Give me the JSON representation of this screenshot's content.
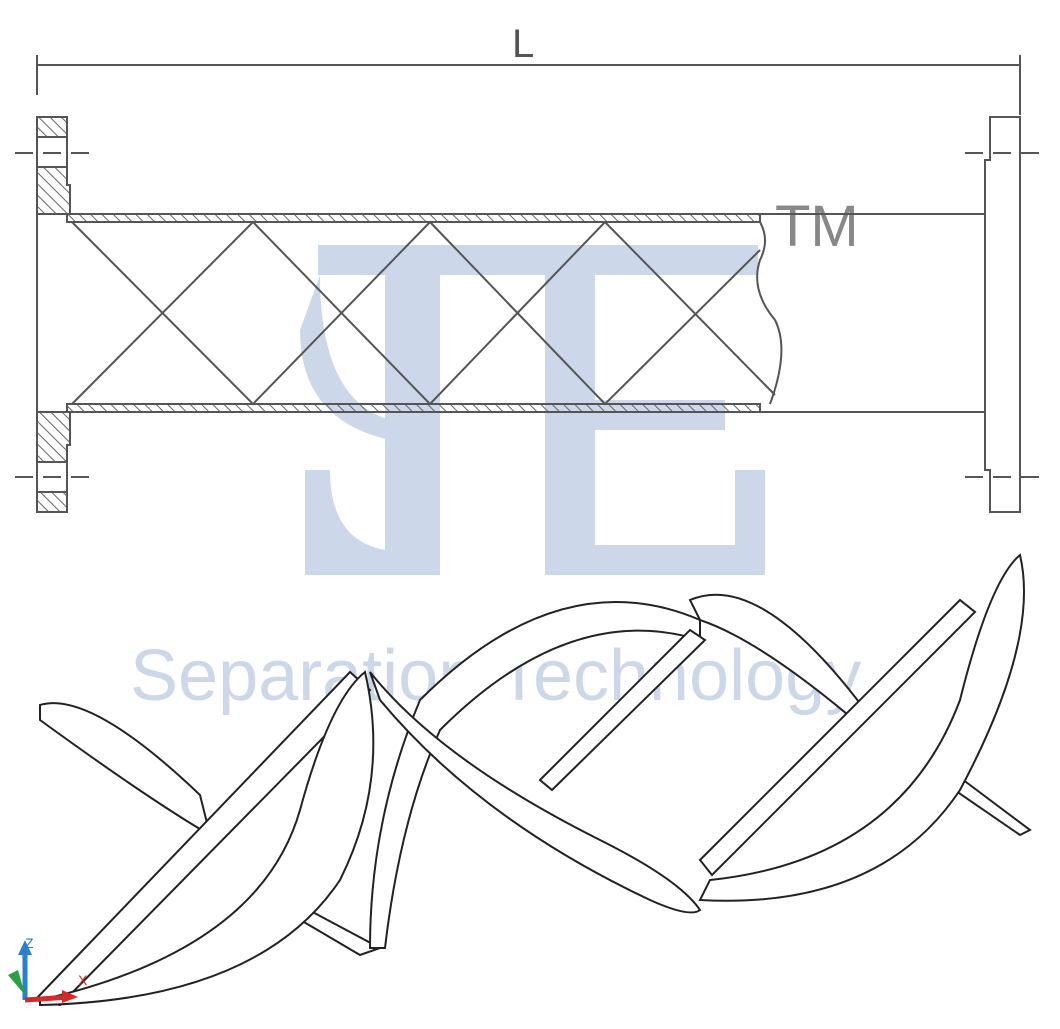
{
  "drawing": {
    "dimension_label": "L",
    "trademark": "TM",
    "watermark_logo": "STE",
    "watermark_text": "Separation Technology",
    "axis_labels": {
      "z": "Z",
      "x": "X"
    },
    "colors": {
      "watermark": "#c9d6e8",
      "line": "#555555",
      "axis_z": "#2a7fd4",
      "axis_x": "#d42a2a",
      "axis_y": "#2aa040"
    }
  }
}
